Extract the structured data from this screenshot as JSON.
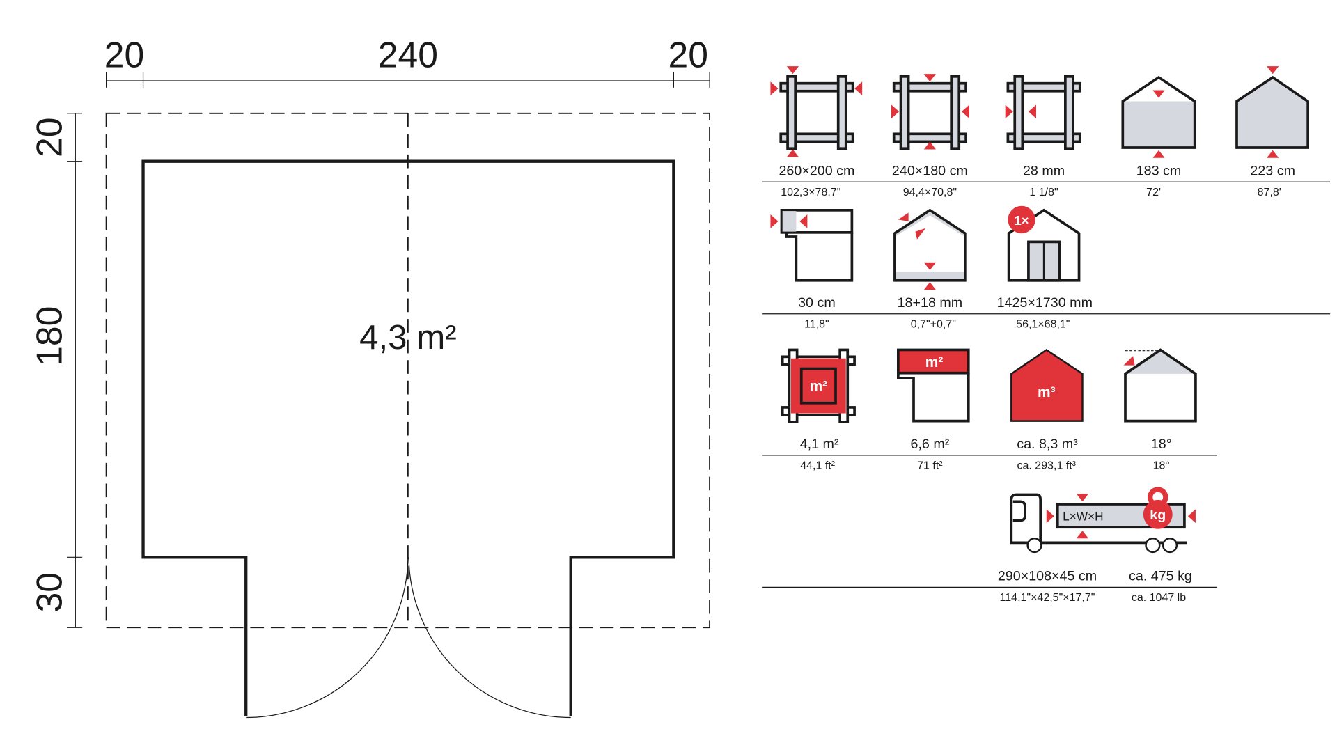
{
  "plan": {
    "dims_top": [
      "20",
      "240",
      "20"
    ],
    "dims_left": [
      "20",
      "180",
      "30"
    ],
    "area": "4,3 m²"
  },
  "specs": {
    "row1": [
      {
        "label": "260×200 cm",
        "sub": "102,3×78,7\""
      },
      {
        "label": "240×180 cm",
        "sub": "94,4×70,8\""
      },
      {
        "label": "28 mm",
        "sub": "1 1/8\""
      },
      {
        "label": "183 cm",
        "sub": "72'"
      },
      {
        "label": "223 cm",
        "sub": "87,8'"
      }
    ],
    "row2": [
      {
        "label": "30 cm",
        "sub": "11,8\""
      },
      {
        "label": "18+18 mm",
        "sub": "0,7\"+0,7\""
      },
      {
        "label": "1425×1730 mm",
        "sub": "56,1×68,1\""
      }
    ],
    "row3": [
      {
        "label": "4,1 m²",
        "sub": "44,1 ft²"
      },
      {
        "label": "6,6 m²",
        "sub": "71 ft²"
      },
      {
        "label": "ca. 8,3 m³",
        "sub": "ca. 293,1 ft³"
      },
      {
        "label": "18°",
        "sub": "18°"
      }
    ],
    "row4": [
      {
        "label": "290×108×45 cm",
        "sub": "114,1\"×42,5\"×17,7\""
      },
      {
        "label": "ca. 475 kg",
        "sub": "ca. 1047 lb"
      }
    ]
  },
  "icon_text": {
    "door_count": "1×",
    "floor_area": "m²",
    "roof_area": "m²",
    "volume": "m³",
    "package_dims": "L×W×H",
    "weight": "kg"
  },
  "colors": {
    "accent": "#e0333a",
    "fill": "#d5d8de",
    "ink": "#1a1a1a"
  }
}
